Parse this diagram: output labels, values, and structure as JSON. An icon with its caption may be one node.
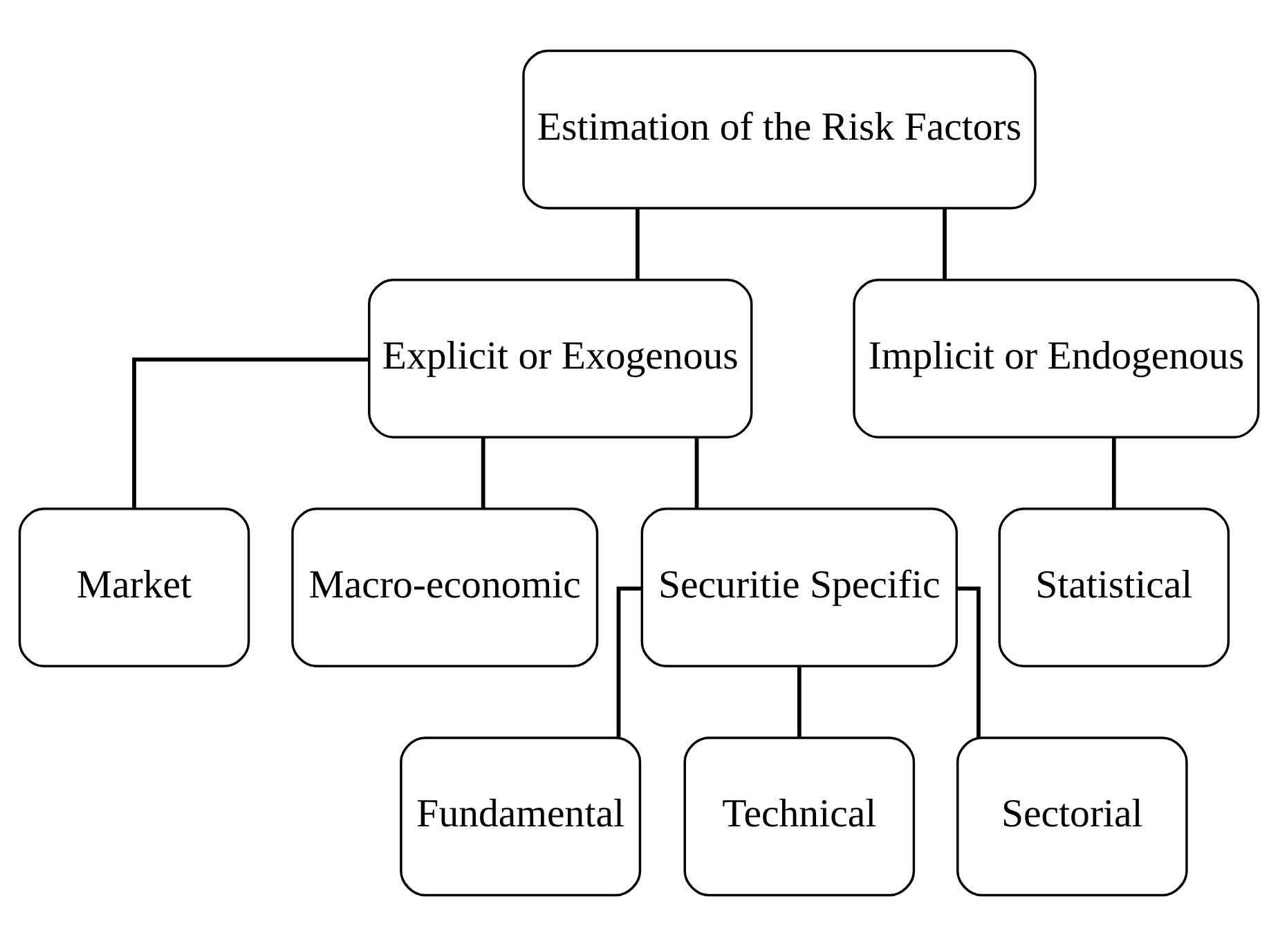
{
  "diagram": {
    "nodes": [
      {
        "text": [
          "Estimation of the Risk Factors"
        ]
      },
      {
        "text": [
          "Explicit or Exogenous"
        ]
      },
      {
        "text": [
          "Implicit or Endogenous"
        ]
      },
      {
        "text": [
          "Market"
        ]
      },
      {
        "text": [
          "Macro-economic"
        ]
      },
      {
        "text": [
          "Securitie Specific"
        ]
      },
      {
        "text": [
          "Statistical"
        ]
      },
      {
        "text": [
          "Fundamental"
        ]
      },
      {
        "text": [
          "Technical"
        ]
      },
      {
        "text": [
          "Sectorial"
        ]
      }
    ],
    "edges": [
      {
        "from": 0,
        "to": 1,
        "arrow": "none"
      },
      {
        "from": 0,
        "to": 2,
        "arrow": "none"
      },
      {
        "from": 1,
        "to": 3,
        "arrow": "none"
      },
      {
        "from": 1,
        "to": 4,
        "arrow": "none"
      },
      {
        "from": 1,
        "to": 5,
        "arrow": "none"
      },
      {
        "from": 2,
        "to": 6,
        "arrow": "none"
      },
      {
        "from": 5,
        "to": 7,
        "arrow": "none"
      },
      {
        "from": 5,
        "to": 8,
        "arrow": "none"
      },
      {
        "from": 5,
        "to": 9,
        "arrow": "none"
      }
    ]
  }
}
